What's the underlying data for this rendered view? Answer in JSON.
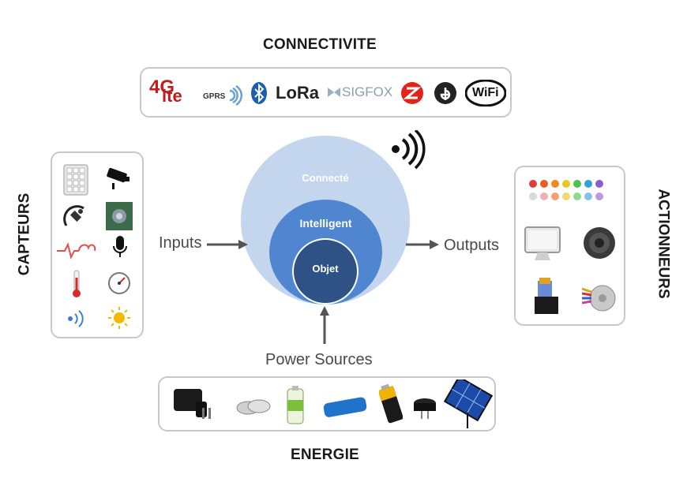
{
  "titles": {
    "connectivite": "CONNECTIVITE",
    "capteurs": "CAPTEURS",
    "actionneurs": "ACTIONNEURS",
    "energie": "ENERGIE"
  },
  "center": {
    "outer": "Connecté",
    "middle": "Intelligent",
    "inner": "Objet"
  },
  "flows": {
    "inputs": "Inputs",
    "outputs": "Outputs",
    "power": "Power Sources"
  },
  "connectivity_logos": {
    "lte_top": "4G",
    "lte_main": "lte",
    "gprs": "GPRS",
    "lora": "LoRa",
    "sigfox": "SIGFOX",
    "wifi": "WiFi"
  },
  "colors": {
    "outer_circle": "#c3d6ee",
    "middle_circle": "#4f86cf",
    "inner_circle": "#2e5286",
    "arrow": "#555555",
    "box_border": "#c8c8c8"
  },
  "sensor_icons": [
    "keypad-icon",
    "camera-icon",
    "satellite-icon",
    "gas-sensor-icon",
    "heartbeat-icon",
    "microphone-icon",
    "thermometer-icon",
    "gauge-icon",
    "signal-icon",
    "sun-icon"
  ],
  "actuator_icons": [
    "led-array-icon",
    "monitor-icon",
    "speaker-icon",
    "relay-icon",
    "stepper-motor-icon"
  ],
  "energy_icons": [
    "charger-icon",
    "coin-cell-icon",
    "lithium-cell-icon",
    "li-ion-battery-icon",
    "d-battery-icon",
    "buzzer-icon",
    "solar-panel-icon"
  ]
}
